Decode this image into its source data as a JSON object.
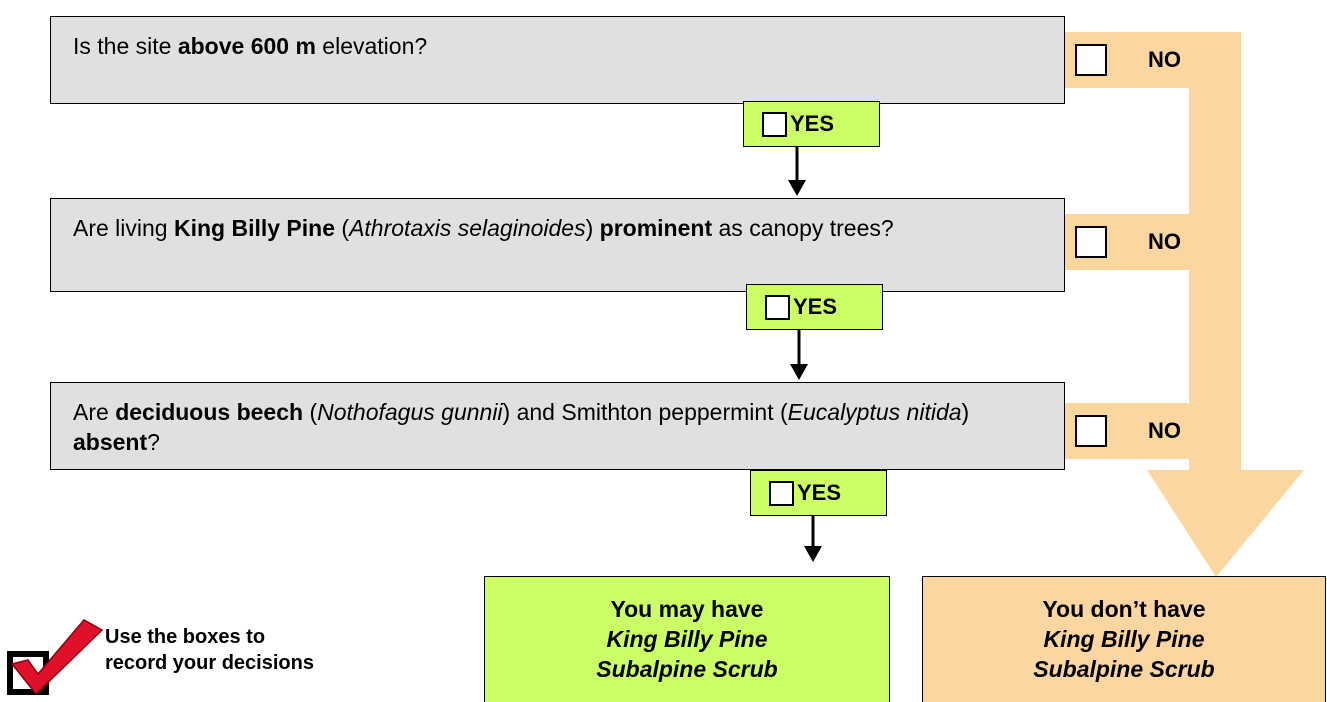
{
  "questions": [
    {
      "before": "Is the site ",
      "bold1": "above 600 m",
      "after": " elevation?"
    },
    {
      "t1": "Are living ",
      "b1": "King Billy Pine",
      "t2": " (",
      "i1": "Athrotaxis selaginoides",
      "t3": ") ",
      "b2": "prominent",
      "t4": " as canopy trees?"
    },
    {
      "t1": "Are ",
      "b1": "deciduous beech",
      "t2": " (",
      "i1": "Nothofagus gunnii",
      "t3": ") and Smithton peppermint (",
      "i2": "Eucalyptus nitida",
      "t4": ") ",
      "b2": "absent",
      "t5": "?"
    }
  ],
  "yes_label": "YES",
  "no_label": "NO",
  "results": {
    "yes": {
      "line1": "You may have",
      "line2": "King Billy Pine",
      "line3": "Subalpine Scrub"
    },
    "no": {
      "line1": "You don’t have",
      "line2": "King Billy Pine",
      "line3": "Subalpine Scrub"
    }
  },
  "legend": {
    "line1": "Use the boxes to",
    "line2": "record your decisions",
    "icon": "checkbox-check-icon"
  },
  "colors": {
    "question_bg": "#e0e0e0",
    "yes_bg": "#ccff66",
    "no_bg": "#fcd6a0",
    "check_red": "#e0102a"
  }
}
